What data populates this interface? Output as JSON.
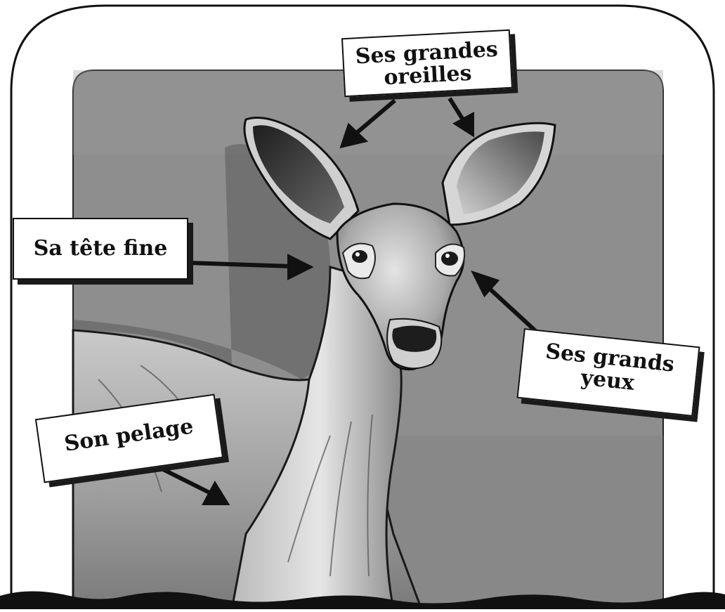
{
  "labels": {
    "ears": {
      "line1": "Ses grandes",
      "line2": "oreilles"
    },
    "head": {
      "text": "Sa tête fine"
    },
    "eyes": {
      "line1": "Ses grands",
      "line2": "yeux"
    },
    "coat": {
      "text": "Son pelage"
    }
  },
  "colors": {
    "background_panel": "#8e8e8e",
    "frame_stroke": "#111111",
    "label_fill": "#ffffff",
    "deer_light": "#d8d8d8",
    "deer_mid": "#9a9a9a",
    "deer_dark": "#3a3a3a"
  }
}
